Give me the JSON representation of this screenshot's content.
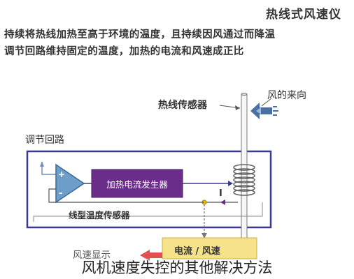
{
  "header": {
    "title": "热线式风速仪",
    "line1": "持续将热线加热至高于环境的温度，且持续因风通过而降温",
    "line2": "调节回路维持固定的温度，加热的电流和风速成正比"
  },
  "diagram": {
    "wind_direction": "风的来向",
    "sensor": "热线传感器",
    "control_loop": "调节回路",
    "current_generator": "加热电流发生器",
    "current_marker": "I",
    "wire_sensor": "线型温度传感器",
    "display": "电流 / 风速",
    "wind_speed_display": "风速显示"
  },
  "caption": "风机速度失控的其他解决方法",
  "colors": {
    "loop_border": "#3a3a8c",
    "amplifier": "#6c9ec9",
    "generator_box": "#6a2d8a",
    "display_box": "#f6e28a",
    "wind_arrow": "#4a6fa6",
    "feedback_arrow": "#e05050"
  }
}
